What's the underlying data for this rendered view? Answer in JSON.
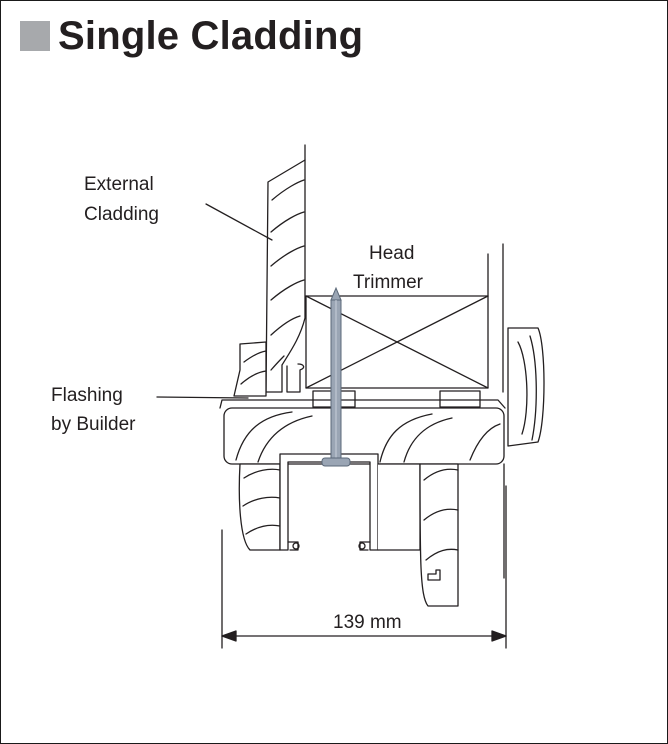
{
  "title": "Single Cladding",
  "labels": {
    "external_cladding": [
      "External",
      "Cladding"
    ],
    "head_trimmer": [
      "Head",
      "Trimmer"
    ],
    "flashing": [
      "Flashing",
      "by Builder"
    ],
    "dimension": "139 mm"
  },
  "colors": {
    "title_square": "#a7a9ac",
    "line": "#231f20",
    "bolt": "#9aa5b4",
    "bolt_dark": "#5b6878"
  }
}
